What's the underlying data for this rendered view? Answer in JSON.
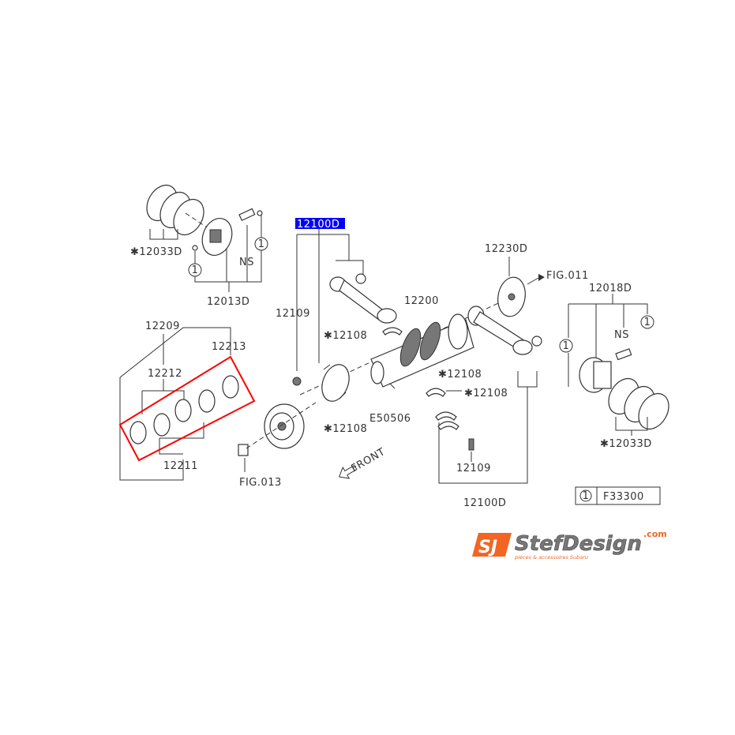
{
  "diagram": {
    "highlighted_part": "12100D",
    "labels": {
      "piston_rings_left": "✱12033D",
      "piston_left": "12013D",
      "ns_left": "NS",
      "conrod_bolt_top": "12109",
      "bearing_top": "✱12108",
      "crankshaft": "12200",
      "flywheel_plate": "12230D",
      "fig011": "FIG.011",
      "piston_right": "12018D",
      "ns_right": "NS",
      "bearing_mid": "✱12108",
      "bearing_right": "✱12108",
      "key": "E50506",
      "bearing_bottom": "✱12108",
      "bearing_set": "12209",
      "bearing_12213": "12213",
      "bearing_12212": "12212",
      "bearing_12211": "12211",
      "fig013": "FIG.013",
      "front": "FRONT",
      "conrod_bolt_bottom": "12109",
      "conrod_bottom": "12100D",
      "piston_rings_right": "✱12033D"
    },
    "circle_note": "1",
    "legend": {
      "symbol": "1",
      "code": "F33300"
    },
    "highlight_color": "#0000ff",
    "selection_outline_color": "#ff0000"
  },
  "logo": {
    "brand": "StefDesign",
    "domain": ".com",
    "tagline": "pièces & accessoires Subaru",
    "brand_color": "#f26522"
  }
}
